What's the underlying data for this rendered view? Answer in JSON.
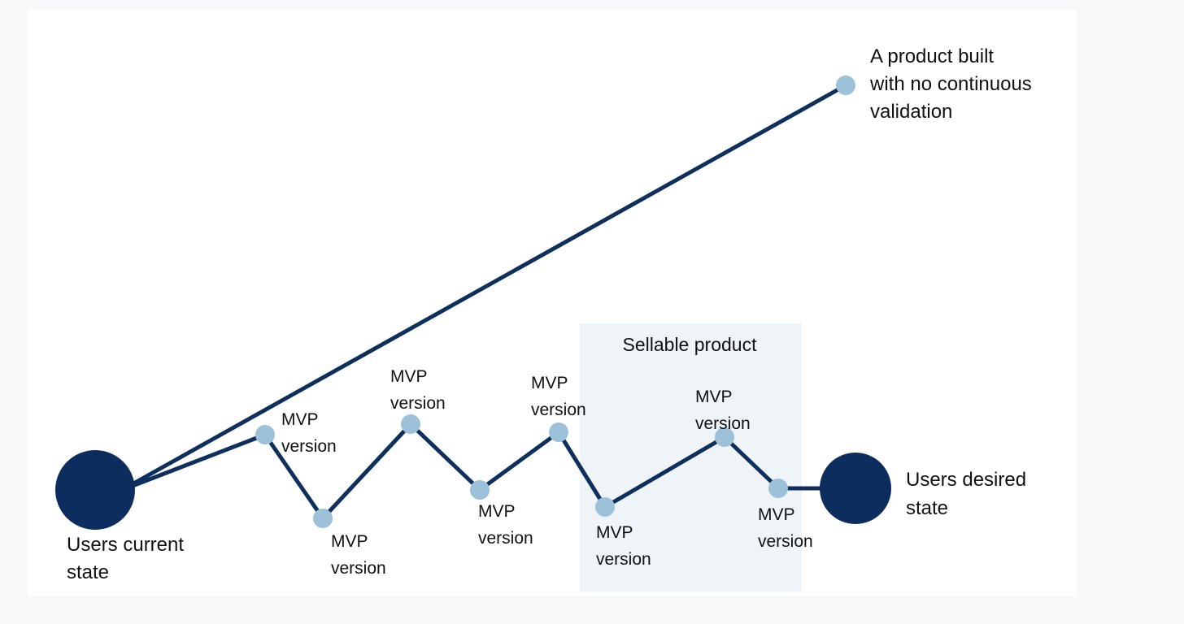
{
  "colors": {
    "line": "#0f2f5c",
    "state_node": "#0c2d5e",
    "mvp_node": "#9dc1d8",
    "zone_fill": "#eef4f8",
    "zone_text": "#1f4a72"
  },
  "start_state": {
    "label_lines": [
      "Users current",
      "state"
    ]
  },
  "end_state": {
    "label_lines": [
      "Users desired",
      "state"
    ]
  },
  "no_validation": {
    "label_lines": [
      "A product built",
      "with no continuous",
      "validation"
    ]
  },
  "zone": {
    "label": "Sellable product"
  },
  "mvp_nodes": [
    {
      "label_lines": [
        "MVP",
        "version"
      ]
    },
    {
      "label_lines": [
        "MVP",
        "version"
      ]
    },
    {
      "label_lines": [
        "MVP",
        "version"
      ]
    },
    {
      "label_lines": [
        "MVP",
        "version"
      ]
    },
    {
      "label_lines": [
        "MVP",
        "version"
      ]
    },
    {
      "label_lines": [
        "MVP",
        "version"
      ]
    },
    {
      "label_lines": [
        "MVP",
        "version"
      ]
    },
    {
      "label_lines": [
        "MVP",
        "version"
      ]
    }
  ]
}
